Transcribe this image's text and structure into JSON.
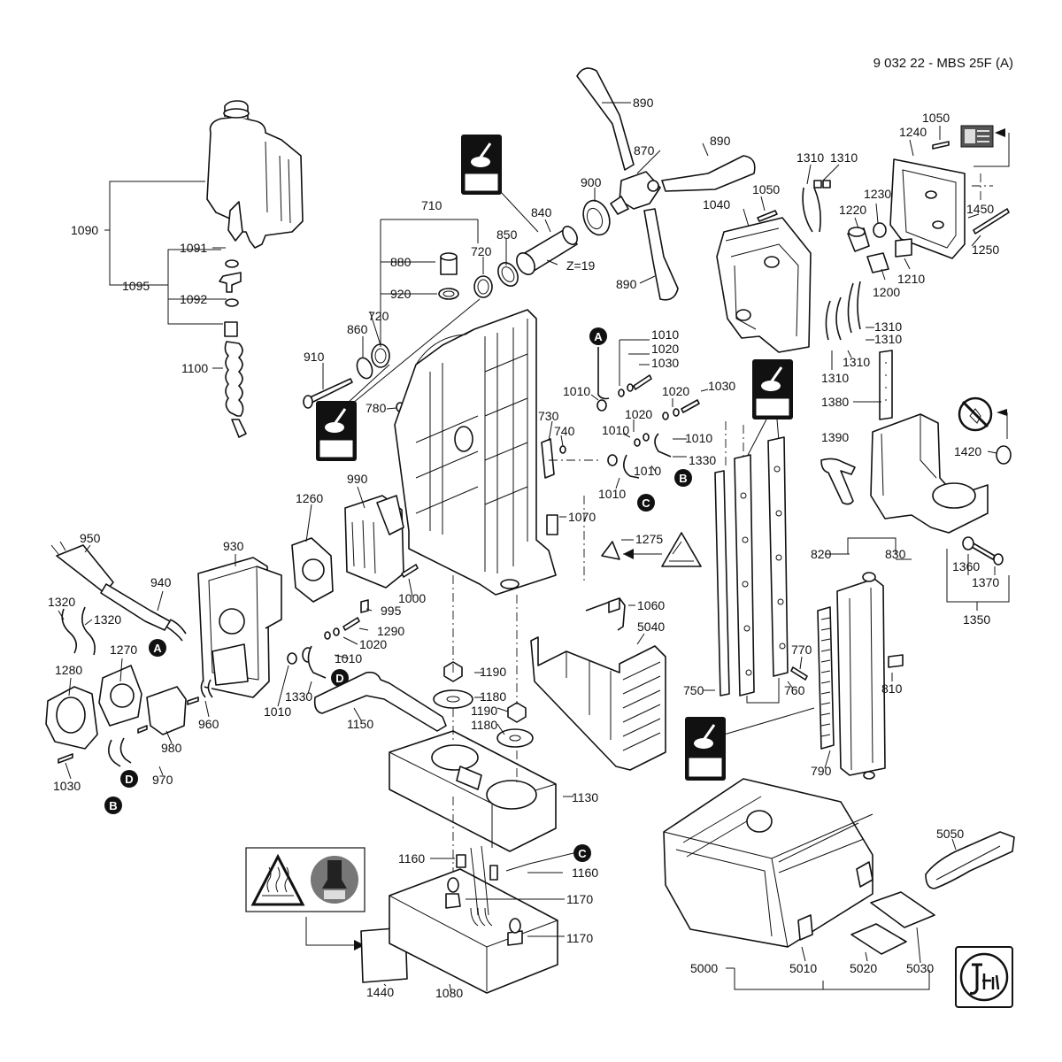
{
  "header": {
    "title": "9 032 22 - MBS 25F (A)"
  },
  "labels": {
    "p890a": "890",
    "p870": "870",
    "p890b": "890",
    "p890c": "890",
    "p900": "900",
    "p840": "840",
    "p850": "850",
    "p720a": "720",
    "p720b": "720",
    "p710": "710",
    "p880": "880",
    "p920": "920",
    "p860": "860",
    "p910": "910",
    "p780": "780",
    "pz19": "Z=19",
    "p1090": "1090",
    "p1091": "1091",
    "p1095": "1095",
    "p1092": "1092",
    "p1100": "1100",
    "p1050a": "1050",
    "p1040": "1040",
    "p1310a": "1310",
    "p1310b": "1310",
    "p1050b": "1050",
    "p1240": "1240",
    "p1230": "1230",
    "p1220": "1220",
    "p1450": "1450",
    "p1250": "1250",
    "p1210": "1210",
    "p1200": "1200",
    "p1310c": "1310",
    "p1310d": "1310",
    "p1310e": "1310",
    "p1310f": "1310",
    "p1380": "1380",
    "p1390": "1390",
    "p1420": "1420",
    "p1010a": "1010",
    "p1020a": "1020",
    "p1030a": "1030",
    "p1010b": "1010",
    "p1020b": "1020",
    "p1030b": "1030",
    "p1020c": "1020",
    "p1010c": "1010",
    "p1010d": "1010",
    "p1330a": "1330",
    "p1010e": "1010",
    "p1010f": "1010",
    "p730": "730",
    "p740": "740",
    "p1070": "1070",
    "p1275": "1275",
    "p990": "990",
    "p1260": "1260",
    "p930": "930",
    "p950": "950",
    "p940": "940",
    "p1320a": "1320",
    "p1320b": "1320",
    "p995": "995",
    "p1000": "1000",
    "p1290": "1290",
    "p1020d": "1020",
    "p1010g": "1010",
    "p1010h": "1010",
    "p1330b": "1330",
    "p1270": "1270",
    "p1280": "1280",
    "p960": "960",
    "p980": "980",
    "p970": "970",
    "p1030c": "1030",
    "p1150": "1150",
    "p1060": "1060",
    "p5040": "5040",
    "p1190a": "1190",
    "p1180a": "1180",
    "p1190b": "1190",
    "p1180b": "1180",
    "p1130": "1130",
    "p1160a": "1160",
    "p1160b": "1160",
    "p1170a": "1170",
    "p1170b": "1170",
    "p1440": "1440",
    "p1080": "1080",
    "p820": "820",
    "p830": "830",
    "p770": "770",
    "p810": "810",
    "p750": "750",
    "p760": "760",
    "p790": "790",
    "p1360": "1360",
    "p1370": "1370",
    "p1350": "1350",
    "p5050": "5050",
    "p5000": "5000",
    "p5010": "5010",
    "p5020": "5020",
    "p5030": "5030"
  },
  "callouts": {
    "A": "A",
    "B": "B",
    "C": "C",
    "D": "D"
  }
}
